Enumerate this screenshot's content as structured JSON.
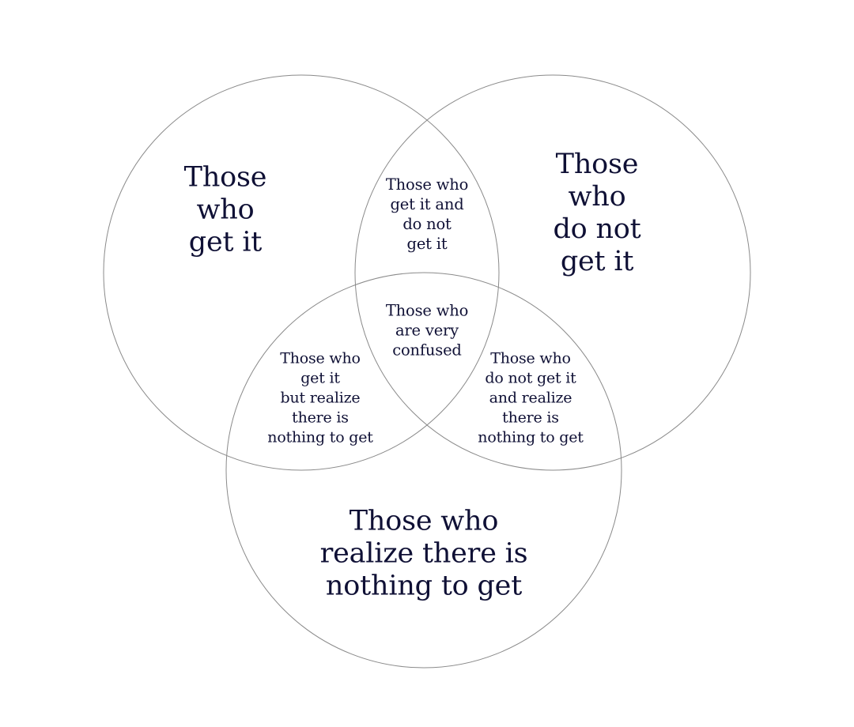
{
  "diagram": {
    "circles": [
      {
        "id": "get-it",
        "text": "Those\nwho\nget it"
      },
      {
        "id": "do-not-get-it",
        "text": "Those\nwho\ndo not\nget it"
      },
      {
        "id": "realize-nothing",
        "text": "Those who\nrealize there is\nnothing to get"
      }
    ],
    "intersections": {
      "get_and_not_get": "Those who\nget it and\ndo not\nget it",
      "center": "Those who\nare very\nconfused",
      "get_and_realize": "Those who\nget it\nbut realize\nthere is\nnothing to get",
      "not_get_and_realize": "Those who\ndo not get it\nand realize\nthere is\nnothing to get"
    },
    "colors": {
      "stroke": "#8a8a8a",
      "text": "#0f1035",
      "background": "#ffffff"
    }
  }
}
